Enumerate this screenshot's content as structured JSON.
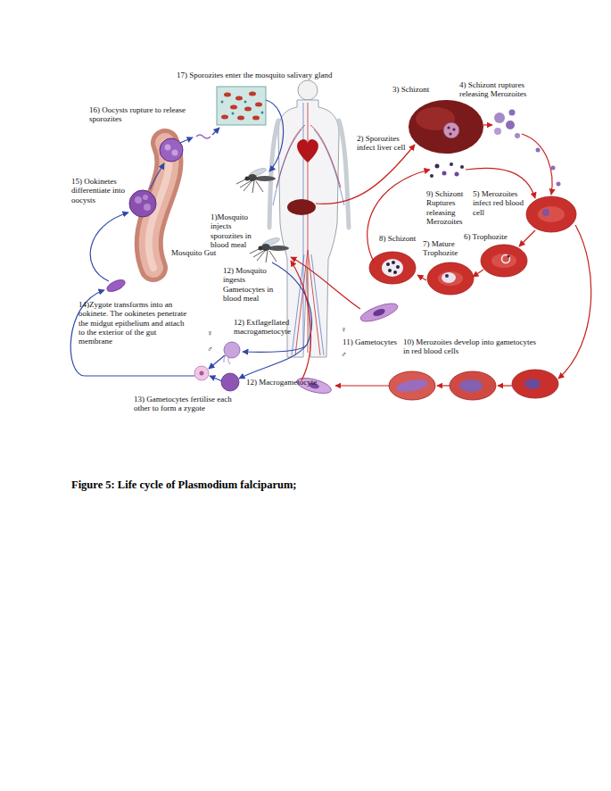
{
  "diagram": {
    "caption": "Figure 5: Life cycle of Plasmodium falciparum;",
    "labels": [
      "17) Sporozites enter the mosquito salivary gland",
      "16) Oocysts rupture to release sporozites",
      "15) Ookinetes differentiate into oocysts",
      "Mosquito Gut",
      "14)Zygote transforms into an ookinete. The ookinetes penetrate the midgut epithelium and attach to the exterior of the gut membrane",
      "13) Gametocytes fertilise each other to form a zygote",
      "1)Mosquito injects sporozites in blood meal",
      "12) Mosquito ingests Gametocytes in blood meal",
      "12) Exflagellated macrogametocyte",
      "♀",
      "♂",
      "12) Macrogametocyte",
      "2) Sporozites infect liver cell",
      "3) Schizont",
      "4) Schizont ruptures releasing Merozoites",
      "5) Merozoites infect red blood cell",
      "9) Schizont Ruptures releasing Merozoites",
      "8) Schizont",
      "7) Mature Trophozite",
      "6) Trophozite",
      "11) Gametocytes",
      "♀",
      "♂",
      "10) Merozoites develop into gametocytes in red blood cells"
    ]
  }
}
